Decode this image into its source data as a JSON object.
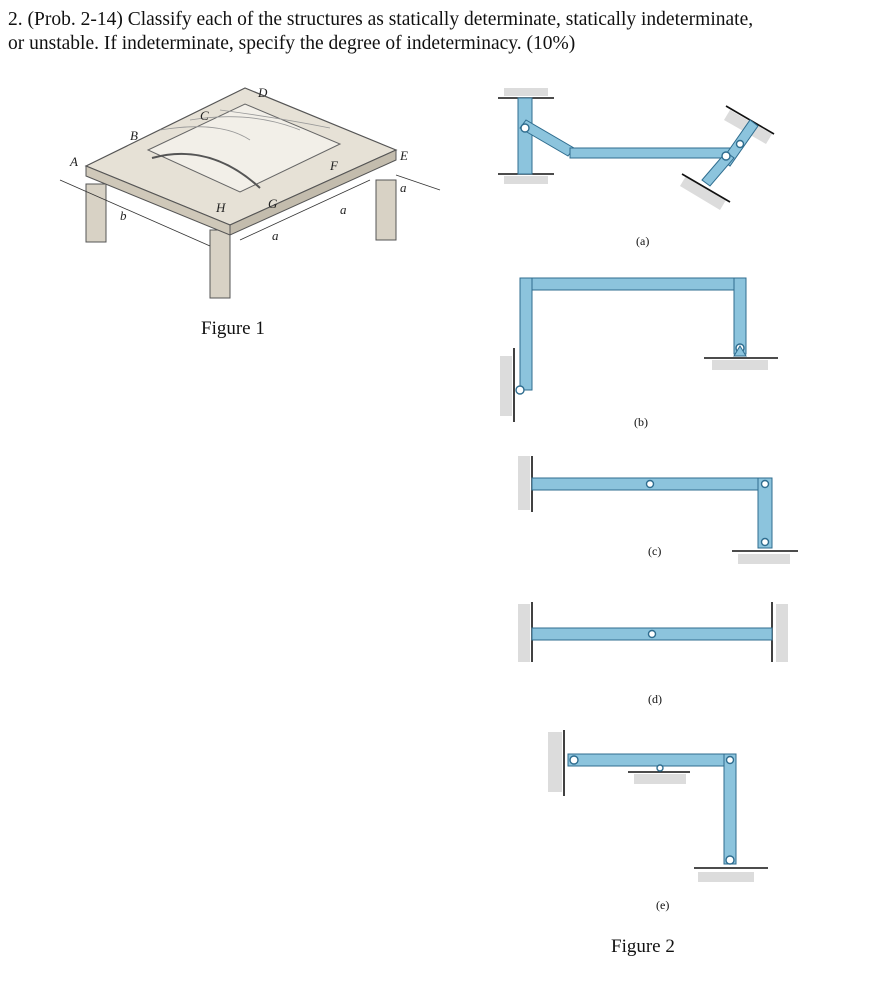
{
  "question": {
    "line1": "2. (Prob. 2-14) Classify each of the structures as statically determinate, statically indeterminate,",
    "line2": "or unstable. If indeterminate, specify the degree of indeterminacy. (10%)"
  },
  "figure1": {
    "caption": "Figure 1",
    "labels": {
      "A": "A",
      "B": "B",
      "C": "C",
      "D": "D",
      "E": "E",
      "F": "F",
      "G": "G",
      "H": "H",
      "a1": "a",
      "a2": "a",
      "a3": "a",
      "b": "b"
    }
  },
  "figure2": {
    "caption": "Figure 2",
    "subfigures": {
      "a": "(a)",
      "b": "(b)",
      "c": "(c)",
      "d": "(d)",
      "e": "(e)"
    }
  },
  "colors": {
    "member": "#8cc4dd",
    "member_stroke": "#2f6d8f",
    "wood": "#d8d2c5",
    "ground": "#d9d9d9"
  }
}
